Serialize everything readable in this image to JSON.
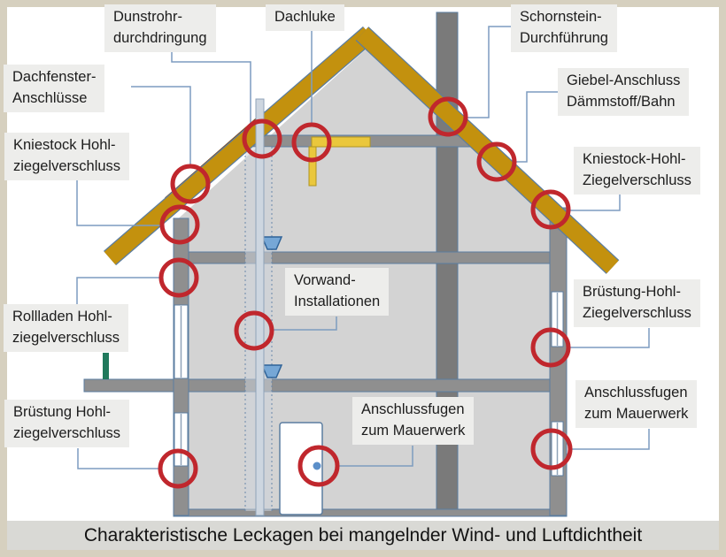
{
  "title": "Charakteristische Leckagen bei mangelnder Wind- und Luftdichtheit",
  "labels": {
    "dunstrohrdurchdringung": "Dunstrohr-\ndurchdringung",
    "dachluke": "Dachluke",
    "schornstein_durchfuehrung": "Schornstein-\nDurchführung",
    "dachfenster_anschluesse": "Dachfenster-\nAnschlüsse",
    "giebel_anschluss": "Giebel-Anschluss\nDämmstoff/Bahn",
    "kniestock_links": "Kniestock Hohl-\nziegelverschluss",
    "kniestock_rechts": "Kniestock-Hohl-\nZiegelverschluss",
    "vorwand_installationen": "Vorwand-\nInstallationen",
    "rollladen": "Rollladen Hohl-\nziegelverschluss",
    "bruestung_rechts": "Brüstung-Hohl-\nZiegelverschluss",
    "bruestung_links": "Brüstung Hohl-\nziegelverschluss",
    "anschlussfugen_mitte": "Anschlussfugen\nzum Mauerwerk",
    "anschlussfugen_rechts": "Anschlussfugen\nzum Mauerwerk"
  },
  "colors": {
    "marker_red": "#c0272d",
    "roof_gold": "#c3910e",
    "roof_dark_strip": "#7a4a1e",
    "insulation_yellow": "#eac73c",
    "wall_gray": "#8f8f8f",
    "room_gray": "#d3d3d3",
    "chimney_gray": "#7a7a7a",
    "outline_blue": "#5b7da0",
    "leader_blue": "#7d9cc0",
    "funnel_blue": "#76a7d6",
    "railing_green": "#20795c",
    "label_bg": "#ededeb",
    "title_bg": "#d9d9d5",
    "frame_beige": "#d6d0bf"
  }
}
